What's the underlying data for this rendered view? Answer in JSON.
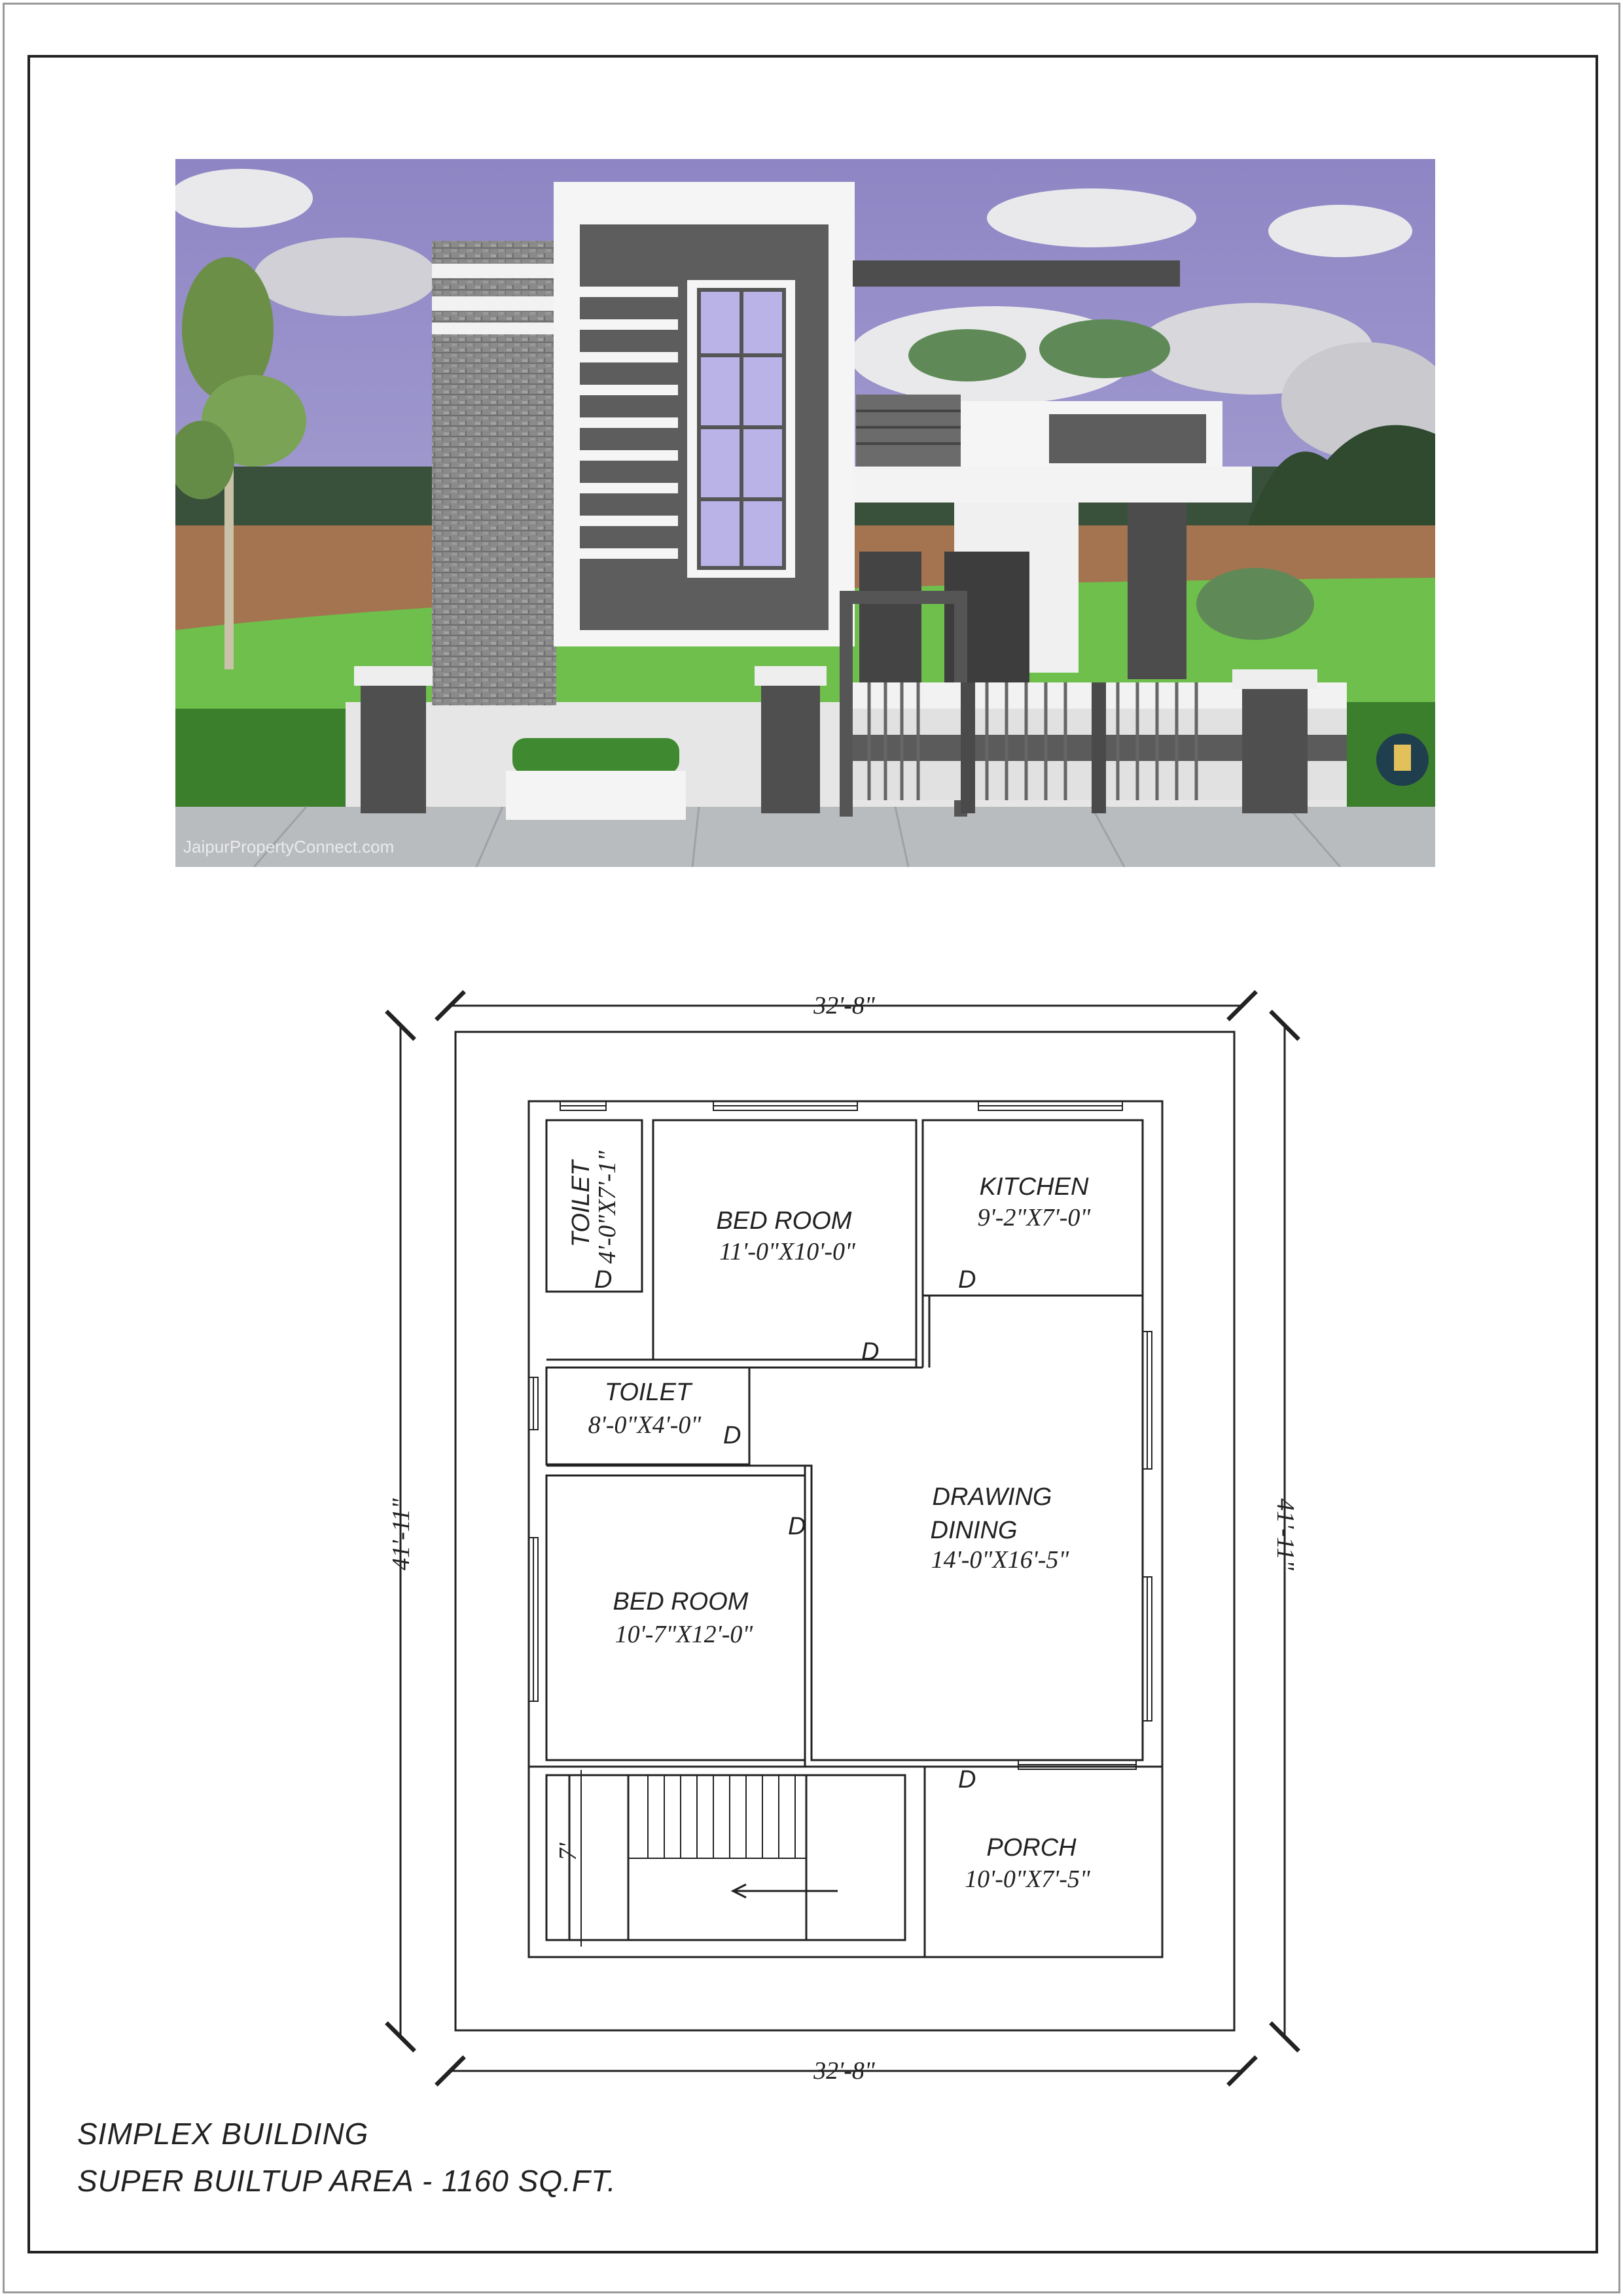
{
  "rendering": {
    "watermark": "JaipurPropertyConnect.com"
  },
  "plan": {
    "dim_top": "32'-8\"",
    "dim_bottom": "32'-8\"",
    "dim_left": "41'-11\"",
    "dim_right": "41'-11\"",
    "stair_dim": "7'",
    "door_mark": "D",
    "rooms": {
      "toilet1": {
        "name": "TOILET",
        "size": "4'-0\"X7'-1\""
      },
      "bedroom1": {
        "name": "BED ROOM",
        "size": "11'-0\"X10'-0\""
      },
      "kitchen": {
        "name": "KITCHEN",
        "size": "9'-2\"X7'-0\""
      },
      "toilet2": {
        "name": "TOILET",
        "size": "8'-0\"X4'-0\""
      },
      "drawing": {
        "name1": "DRAWING",
        "name2": "DINING",
        "size": "14'-0\"X16'-5\""
      },
      "bedroom2": {
        "name": "BED ROOM",
        "size": "10'-7\"X12'-0\""
      },
      "porch": {
        "name": "PORCH",
        "size": "10'-0\"X7'-5\""
      }
    }
  },
  "footer": {
    "line1": "SIMPLEX BUILDING",
    "line2": "SUPER BUILTUP AREA - 1160 SQ.FT."
  }
}
